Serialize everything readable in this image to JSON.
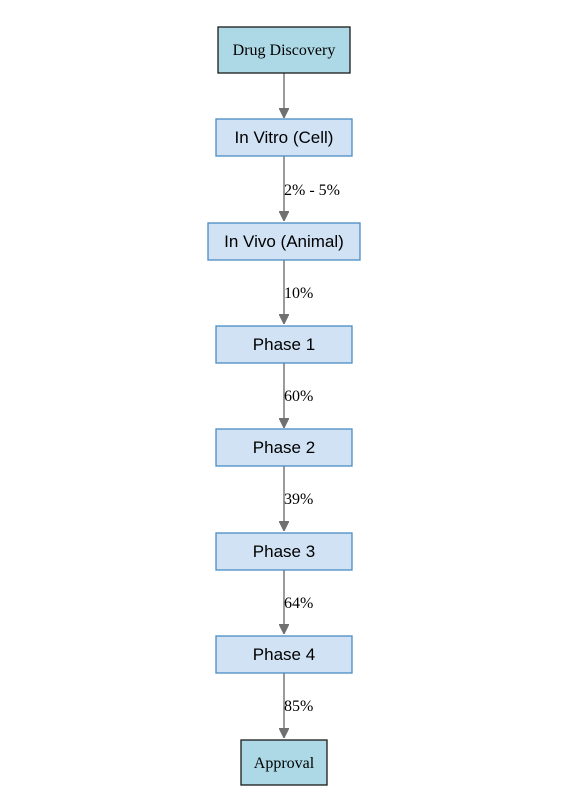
{
  "diagram": {
    "nodes": [
      {
        "id": "drug-discovery",
        "label": "Drug Discovery",
        "kind": "terminal"
      },
      {
        "id": "in-vitro",
        "label": "In Vitro (Cell)",
        "kind": "stage"
      },
      {
        "id": "in-vivo",
        "label": "In Vivo (Animal)",
        "kind": "stage"
      },
      {
        "id": "phase-1",
        "label": "Phase 1",
        "kind": "stage"
      },
      {
        "id": "phase-2",
        "label": "Phase 2",
        "kind": "stage"
      },
      {
        "id": "phase-3",
        "label": "Phase 3",
        "kind": "stage"
      },
      {
        "id": "phase-4",
        "label": "Phase 4",
        "kind": "stage"
      },
      {
        "id": "approval",
        "label": "Approval",
        "kind": "terminal"
      }
    ],
    "edges": [
      {
        "from": "drug-discovery",
        "to": "in-vitro",
        "label": ""
      },
      {
        "from": "in-vitro",
        "to": "in-vivo",
        "label": "2% - 5%"
      },
      {
        "from": "in-vivo",
        "to": "phase-1",
        "label": "10%"
      },
      {
        "from": "phase-1",
        "to": "phase-2",
        "label": "60%"
      },
      {
        "from": "phase-2",
        "to": "phase-3",
        "label": "39%"
      },
      {
        "from": "phase-3",
        "to": "phase-4",
        "label": "64%"
      },
      {
        "from": "phase-4",
        "to": "approval",
        "label": "85%"
      }
    ],
    "colors": {
      "terminal_fill": "#add8e6",
      "terminal_stroke": "#1a1a1a",
      "stage_fill": "#d0e2f4",
      "stage_stroke": "#4a8cc4",
      "edge": "#707070"
    }
  }
}
